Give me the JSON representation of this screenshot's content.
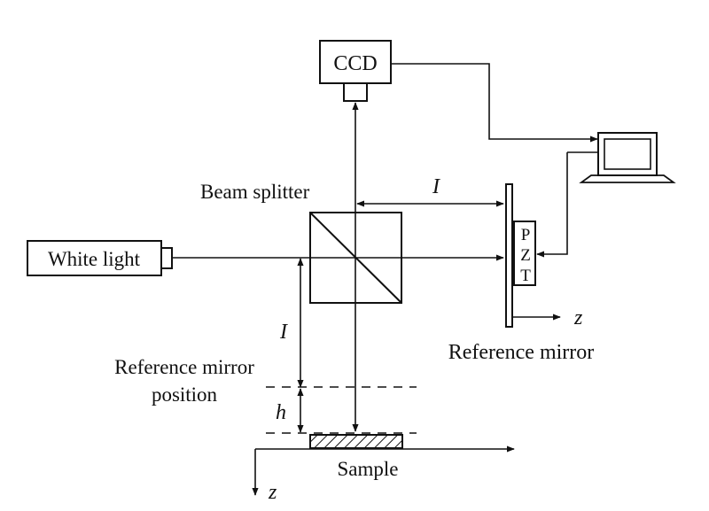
{
  "labels": {
    "ccd": "CCD",
    "white_light": "White light",
    "beam_splitter": "Beam splitter",
    "reference_mirror": "Reference mirror",
    "ref_position_line1": "Reference mirror",
    "ref_position_line2": "position",
    "sample": "Sample",
    "pzt_p": "P",
    "pzt_z": "Z",
    "pzt_t": "T",
    "distance_top": "I",
    "distance_left": "I",
    "height": "h",
    "axis_z_mirror": "z",
    "axis_z_sample": "z"
  },
  "icons": {
    "computer": "computer-icon",
    "ccd_camera": "ccd-camera-icon",
    "light_source": "white-light-source-icon"
  },
  "colors": {
    "line": "#111111",
    "background": "#ffffff"
  }
}
